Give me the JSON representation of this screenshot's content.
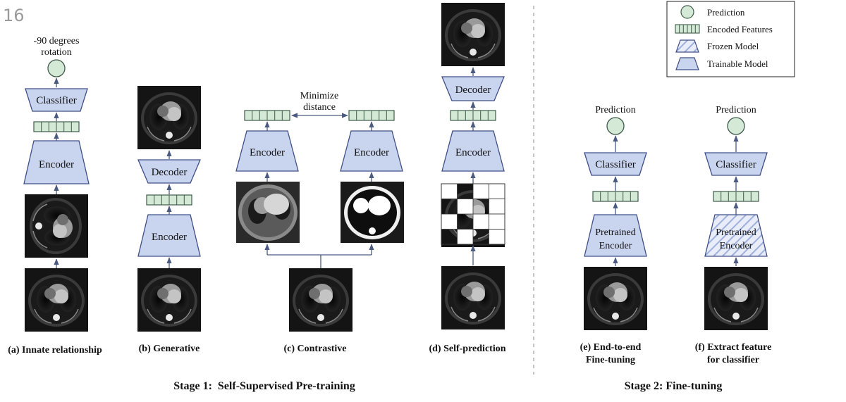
{
  "page_number": "16",
  "colors": {
    "block_fill": "#c9d4ef",
    "block_stroke": "#3f4f86",
    "feature_fill": "#d4ead6",
    "feature_stroke": "#3f5a4a",
    "prediction_fill": "#d4ead6",
    "arrow": "#4a5a80",
    "scan_bg": "#121212"
  },
  "legend": {
    "prediction": "Prediction",
    "encoded_features": "Encoded Features",
    "frozen_model": "Frozen Model",
    "trainable_model": "Trainable Model"
  },
  "panel_a": {
    "output_line1": "-90 degrees",
    "output_line2": "rotation",
    "classifier": "Classifier",
    "encoder": "Encoder",
    "caption": "(a) Innate relationship"
  },
  "panel_b": {
    "decoder": "Decoder",
    "encoder": "Encoder",
    "caption": "(b) Generative"
  },
  "panel_c": {
    "distance_line1": "Minimize",
    "distance_line2": "distance",
    "encoder_left": "Encoder",
    "encoder_right": "Encoder",
    "caption": "(c) Contrastive"
  },
  "panel_d": {
    "decoder": "Decoder",
    "encoder": "Encoder",
    "caption": "(d) Self-prediction"
  },
  "panel_e": {
    "prediction": "Prediction",
    "classifier": "Classifier",
    "encoder_line1": "Pretrained",
    "encoder_line2": "Encoder",
    "caption_line1": "(e) End-to-end",
    "caption_line2": "Fine-tuning"
  },
  "panel_f": {
    "prediction": "Prediction",
    "classifier": "Classifier",
    "encoder_line1": "Pretrained",
    "encoder_line2": "Encoder",
    "caption_line1": "(f) Extract feature",
    "caption_line2": "for classifier"
  },
  "stage1_title": "Stage 1:  Self-Supervised Pre-training",
  "stage2_title": "Stage 2: Fine-tuning"
}
